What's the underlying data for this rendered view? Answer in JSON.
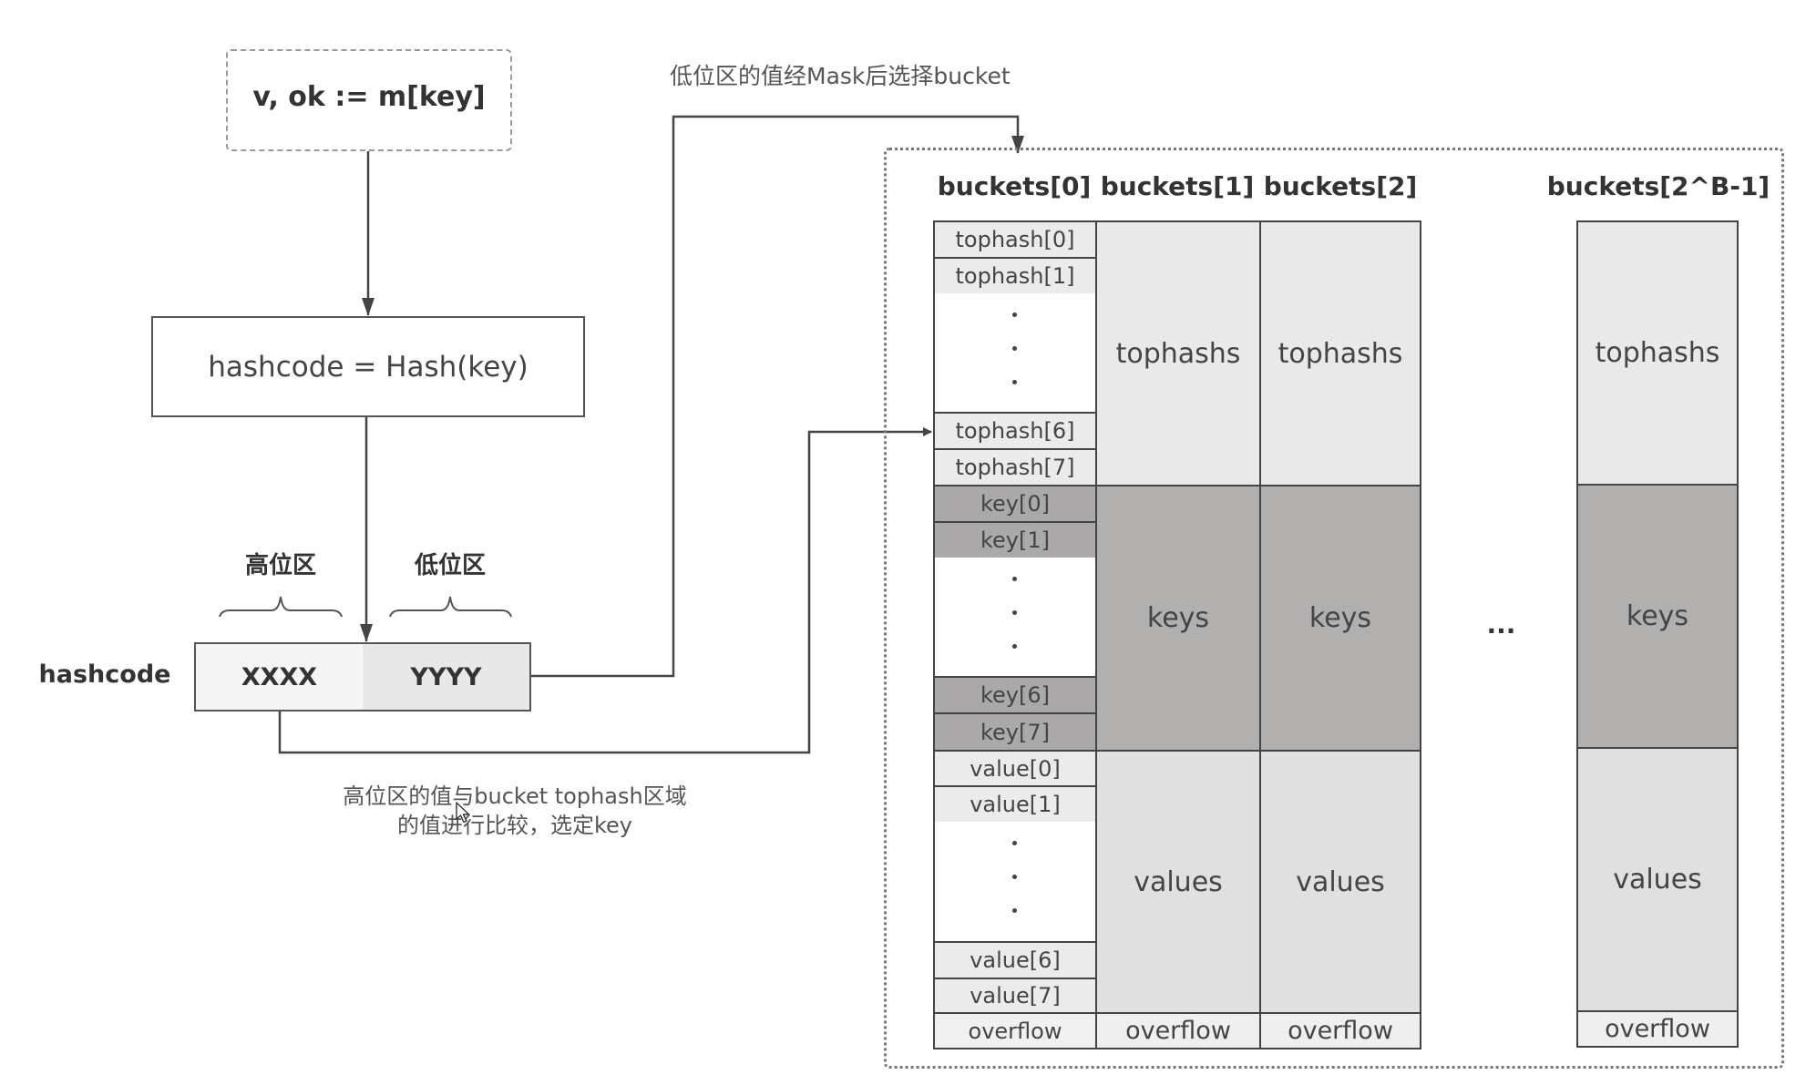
{
  "request": {
    "code": "v, ok := m[key]"
  },
  "hash_step": {
    "label": "hashcode = Hash(key)"
  },
  "hashcode": {
    "label": "hashcode",
    "high_part": {
      "zone_label": "高位区",
      "value": "XXXX"
    },
    "low_part": {
      "zone_label": "低位区",
      "value": "YYYY"
    }
  },
  "annotations": {
    "mask_select": "低位区的值经Mask后选择bucket",
    "tophash_compare_line1": "高位区的值与bucket tophash区域",
    "tophash_compare_line2": "的值进行比较，选定key"
  },
  "bucket_array": {
    "ellipsis": "...",
    "detailed_bucket": {
      "title": "buckets[0]",
      "tophash_cells": [
        "tophash[0]",
        "tophash[1]",
        "tophash[6]",
        "tophash[7]"
      ],
      "key_cells": [
        "key[0]",
        "key[1]",
        "key[6]",
        "key[7]"
      ],
      "value_cells": [
        "value[0]",
        "value[1]",
        "value[6]",
        "value[7]"
      ],
      "overflow": "overflow"
    },
    "summary_buckets": [
      {
        "title": "buckets[1]",
        "tophashs": "tophashs",
        "keys": "keys",
        "values": "values",
        "overflow": "overflow"
      },
      {
        "title": "buckets[2]",
        "tophashs": "tophashs",
        "keys": "keys",
        "values": "values",
        "overflow": "overflow"
      },
      {
        "title": "buckets[2^B-1]",
        "tophashs": "tophashs",
        "keys": "keys",
        "values": "values",
        "overflow": "overflow"
      }
    ]
  },
  "colors": {
    "line": "#444444",
    "tophash_fill": "#e9e9e9",
    "keys_fill": "#b2afaf",
    "values_fill": "#e0e0e0"
  }
}
